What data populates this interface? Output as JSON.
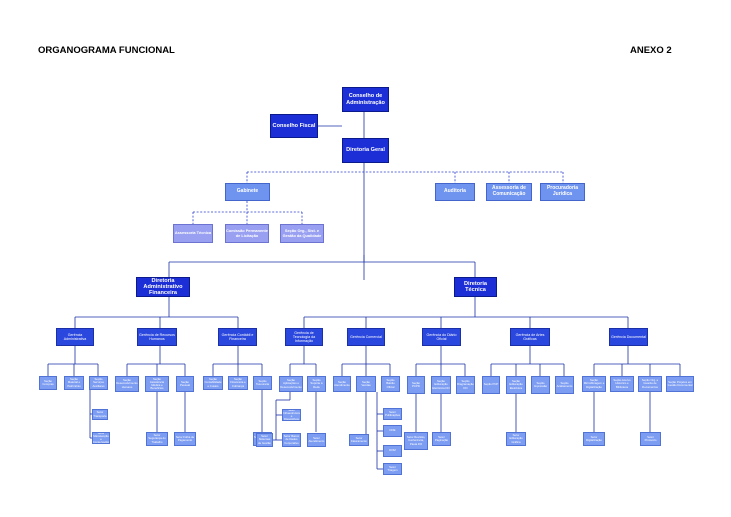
{
  "header": {
    "title": "ORGANOGRAMA FUNCIONAL",
    "annex": "ANEXO 2"
  },
  "colors": {
    "level1": "#1c2fd6",
    "level2": "#5f86ef",
    "level3": "#2b48de",
    "level4": "#7d9df2",
    "advisory": "#9aa0f1",
    "line": "#1a2fa8"
  },
  "boxes": {
    "conselho_adm": "Conselho de Administração",
    "conselho_fiscal": "Conselho Fiscal",
    "diretoria_geral": "Diretoria Geral",
    "gabinete": "Gabinete",
    "auditoria": "Auditoria",
    "assessoria_comunicacao": "Assessoria de Comunicação",
    "procuradoria": "Procuradoria Jurídica",
    "assessoria_tecnica": "Assessoria Técnica",
    "comissao_licitacao": "Comissão Permanente de Licitação",
    "secao_org": "Seção Org., Sist. e Gestão da Qualidade",
    "dir_adm_fin": "Diretoria Administrativo Financeira",
    "dir_tecnica": "Diretoria Técnica",
    "ger_adm": "Gerência Administrativa",
    "ger_rh": "Gerência de Recursos Humanos",
    "ger_cont": "Gerência Contábil e Financeira",
    "ger_ti": "Gerência de Tecnologia da Informação",
    "ger_com": "Gerência Comercial",
    "ger_diario": "Gerência do Diário Oficial",
    "ger_artes": "Gerência de Artes Gráficas",
    "ger_doc": "Gerência Documental",
    "s_compras": "Seção Compras",
    "s_material": "Seção Material e Patrimônio",
    "s_servicos": "Seção Serviços Auxiliares",
    "s_transporte": "Setor Transporte",
    "s_manutencao": "Setor Manutenção e Conservação",
    "s_desenv_rh": "Seção Desenvolvimento Humano",
    "s_assist": "Seção Assistência Médica e Benefícios",
    "s_pessoal": "Seção Pessoal",
    "s_segur": "Setor Segurança do Trabalho",
    "s_folha": "Setor Folha de Pagamento",
    "s_contab": "Seção Contabilidade e Custos",
    "s_fin_cob": "Seção Financeira e Cobrança",
    "s_tesour": "Seção Tesouraria",
    "s_caixa": "Setor Caixa e Pagto",
    "s_aplic": "Seção Aplicações e Desenvolvimento",
    "s_suporte": "Seção Suporte à Rede",
    "s_banco": "Setor Banco de Dados Corporativo",
    "s_infra": "Setor Infraestrutura e Dispositivos",
    "s_sist": "Setor Sistemas de Gestão",
    "s_atend": "Setor Atendimento",
    "s_vendas": "Seção Atendimento",
    "s_mercado": "Seção Vendas",
    "s_balcao": "Seção Balcão Oficial",
    "s_faturamento": "Setor Faturamento",
    "s_publicacoes": "Setor Publicações",
    "s_doe": "DOE",
    "s_dom": "DOM",
    "s_triagem": "Setor Triagem",
    "s_pcpd": "Seção PCPD",
    "s_edicao": "Seção Editoração Eletrônica DO",
    "s_diagram": "Seção Diagramação DO",
    "s_revisao": "Setor Revisão, Conferência, Pauta DO",
    "s_paginacao": "Setor Paginação",
    "s_pcp": "Seção PCP",
    "s_edicao_ag": "Seção Editoração Eletrônica",
    "s_impressao": "Seção Impressão",
    "s_acabamento": "Seção Acabamento",
    "s_editoracao": "Setor Editoração Gráfica",
    "s_microf": "Seção Microfilmagem e Digitalização",
    "s_acervo": "Seção Acervo Histórico e Biblioteca",
    "s_org_doc": "Seção Org. e Guarda de Documentos",
    "s_projetos": "Seção Projetos em Gestão Documental",
    "s_digitaliz": "Setor Digitalização",
    "s_protocolo": "Setor Protocolo"
  }
}
